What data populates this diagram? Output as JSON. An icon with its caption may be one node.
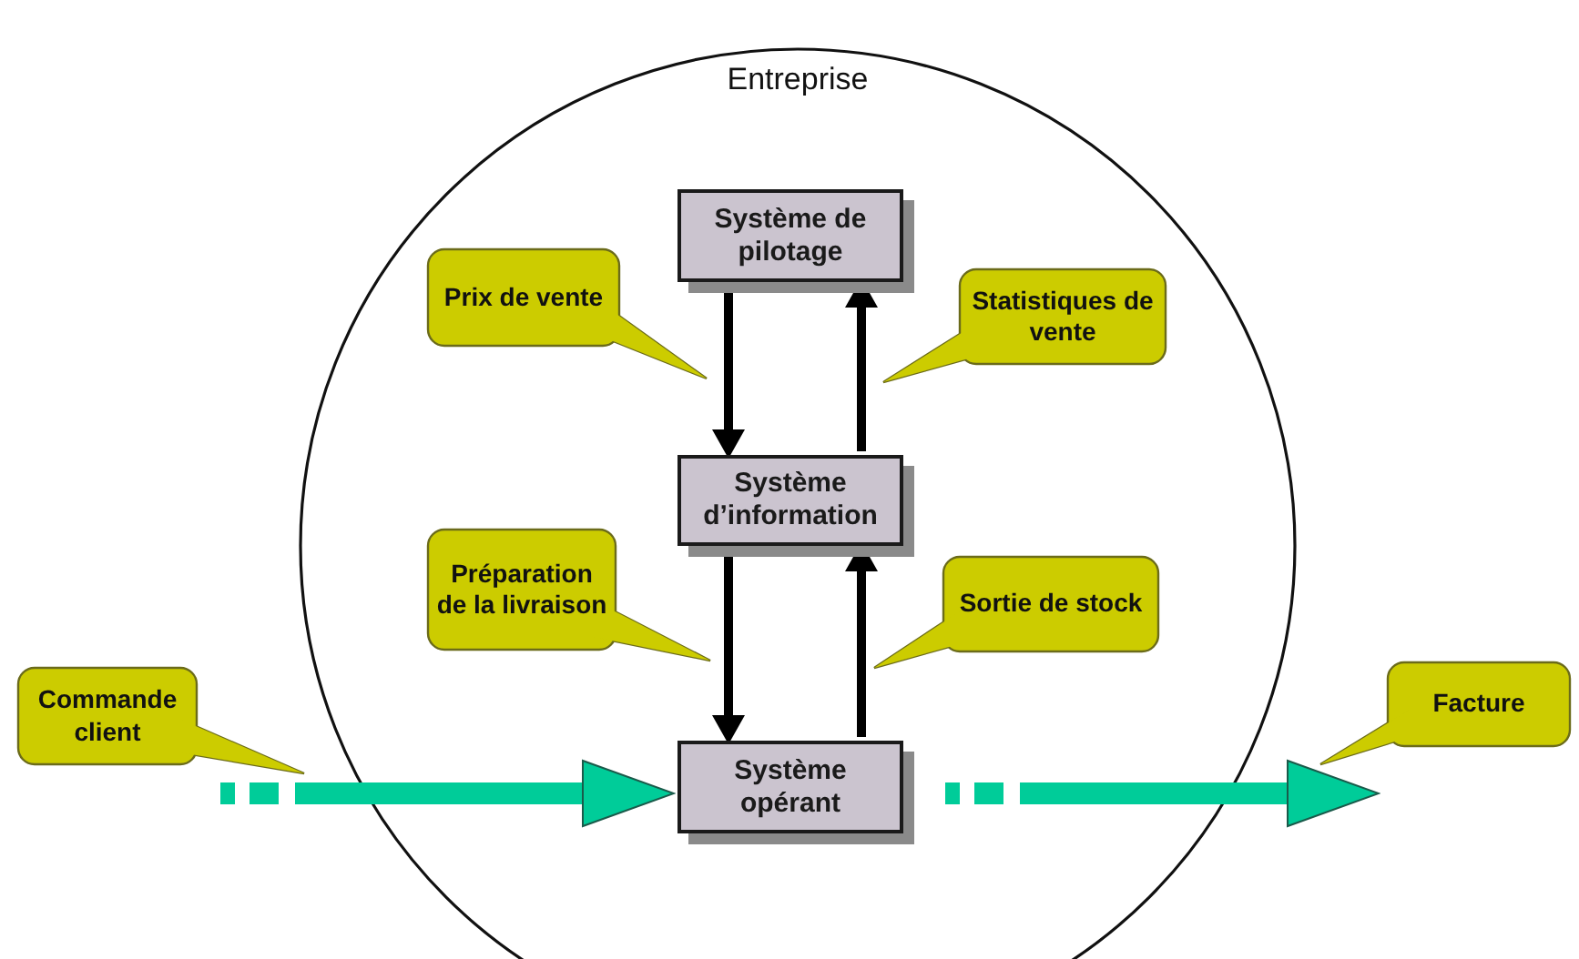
{
  "diagram": {
    "nodes": [
      {
        "text": [
          "Entreprise"
        ]
      },
      {
        "text": [
          "Système de pilotage"
        ],
        "in": 0
      },
      {
        "text": [
          "Système d’information"
        ],
        "in": 0
      },
      {
        "text": [
          "Système opérant"
        ],
        "in": 0
      },
      {
        "text": [
          "Prix de vente"
        ],
        "in": 0
      },
      {
        "text": [
          "Statistiques de vente"
        ],
        "in": 0
      },
      {
        "text": [
          "Préparation de la livraison"
        ],
        "in": 0
      },
      {
        "text": [
          "Sortie de stock"
        ],
        "in": 0
      },
      {
        "text": [
          "Commande client"
        ]
      },
      {
        "text": [
          "Facture"
        ]
      }
    ],
    "edges": [
      {
        "from": 1,
        "to": 2,
        "arrow": "to"
      },
      {
        "from": 2,
        "to": 1,
        "arrow": "to"
      },
      {
        "from": 2,
        "to": 3,
        "arrow": "to"
      },
      {
        "from": 3,
        "to": 2,
        "arrow": "to"
      },
      {
        "from": 8,
        "to": 3,
        "arrow": "to",
        "style": "thick",
        "color": "#00cc99"
      },
      {
        "from": 3,
        "to": 9,
        "arrow": "to",
        "style": "thick",
        "color": "#00cc99"
      }
    ]
  }
}
